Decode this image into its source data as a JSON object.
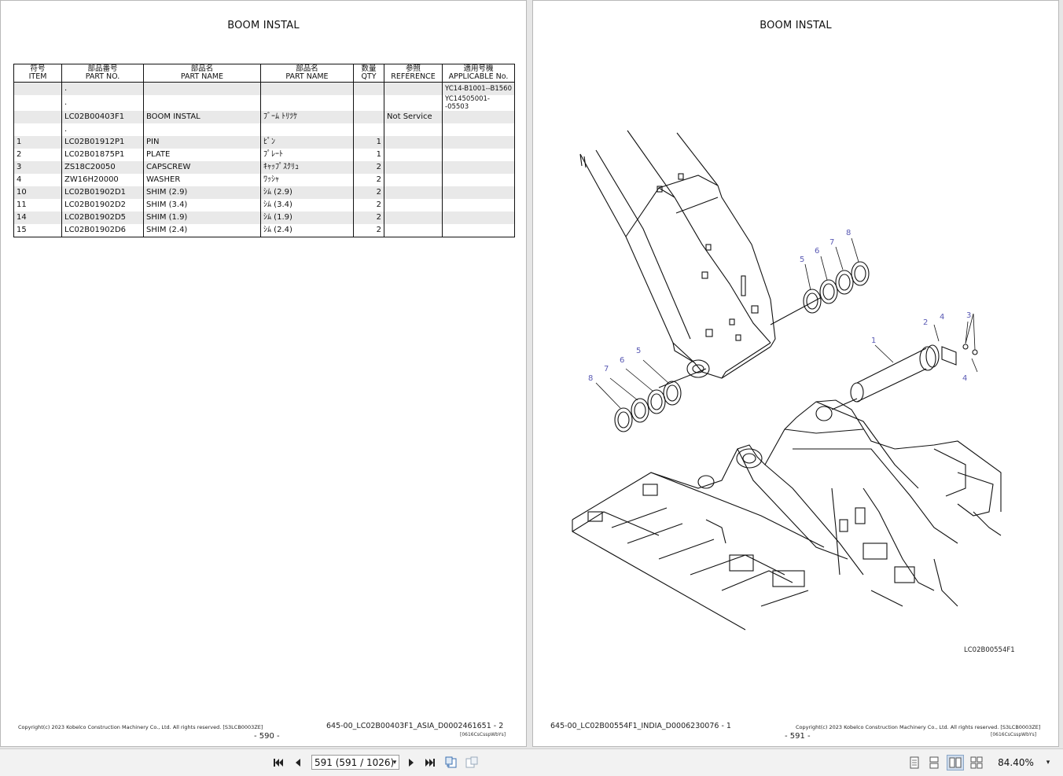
{
  "left_page": {
    "title": "BOOM INSTAL",
    "table": {
      "headers": [
        {
          "jp": "符号",
          "en": "ITEM"
        },
        {
          "jp": "部品番号",
          "en": "PART NO."
        },
        {
          "jp": "部品名",
          "en": "PART NAME"
        },
        {
          "jp": "部品名",
          "en": "PART NAME"
        },
        {
          "jp": "数量",
          "en": "QTY"
        },
        {
          "jp": "参照",
          "en": "REFERENCE"
        },
        {
          "jp": "適用号機",
          "en": "APPLICABLE No."
        }
      ],
      "rows": [
        {
          "item": "",
          "part_no": ".",
          "name_en": "",
          "name_jp": "",
          "qty": "",
          "ref": "",
          "applicable": "YC14-B1001--B1560"
        },
        {
          "item": "",
          "part_no": ".",
          "name_en": "",
          "name_jp": "",
          "qty": "",
          "ref": "",
          "applicable": "YC14505001--05503"
        },
        {
          "item": "",
          "part_no": "LC02B00403F1",
          "name_en": "BOOM INSTAL",
          "name_jp": "ﾌﾞｰﾑ ﾄﾘﾂｹ",
          "qty": "",
          "ref": "Not Service",
          "applicable": ""
        },
        {
          "item": "",
          "part_no": ".",
          "name_en": "",
          "name_jp": "",
          "qty": "",
          "ref": "",
          "applicable": ""
        },
        {
          "item": "1",
          "part_no": "LC02B01912P1",
          "name_en": "PIN",
          "name_jp": "ﾋﾟﾝ",
          "qty": "1",
          "ref": "",
          "applicable": ""
        },
        {
          "item": "2",
          "part_no": "LC02B01875P1",
          "name_en": "PLATE",
          "name_jp": "ﾌﾟﾚｰﾄ",
          "qty": "1",
          "ref": "",
          "applicable": ""
        },
        {
          "item": "3",
          "part_no": "ZS18C20050",
          "name_en": "CAPSCREW",
          "name_jp": "ｷｬｯﾌﾟｽｸﾘｭ",
          "qty": "2",
          "ref": "",
          "applicable": ""
        },
        {
          "item": "4",
          "part_no": "ZW16H20000",
          "name_en": "WASHER",
          "name_jp": "ﾜｯｼｬ",
          "qty": "2",
          "ref": "",
          "applicable": ""
        },
        {
          "item": "10",
          "part_no": "LC02B01902D1",
          "name_en": "SHIM (2.9)",
          "name_jp": "ｼﾑ (2.9)",
          "qty": "2",
          "ref": "",
          "applicable": ""
        },
        {
          "item": "11",
          "part_no": "LC02B01902D2",
          "name_en": "SHIM (3.4)",
          "name_jp": "ｼﾑ (3.4)",
          "qty": "2",
          "ref": "",
          "applicable": ""
        },
        {
          "item": "14",
          "part_no": "LC02B01902D5",
          "name_en": "SHIM (1.9)",
          "name_jp": "ｼﾑ (1.9)",
          "qty": "2",
          "ref": "",
          "applicable": ""
        },
        {
          "item": "15",
          "part_no": "LC02B01902D6",
          "name_en": "SHIM (2.4)",
          "name_jp": "ｼﾑ (2.4)",
          "qty": "2",
          "ref": "",
          "applicable": ""
        }
      ]
    },
    "copyright": "Copyright(c) 2023 Kobelco Construction Machinery Co., Ltd. All rights reserved. [S3LCB0003ZE]",
    "page_number": "- 590 -",
    "doc_id": "645-00_LC02B00403F1_ASIA_D0002461651 - 2",
    "small_code": "[0616CsCsspWbYs]"
  },
  "right_page": {
    "title": "BOOM INSTAL",
    "diagram_code": "LC02B00554F1",
    "callouts": [
      "1",
      "2",
      "3",
      "4",
      "4",
      "5",
      "6",
      "7",
      "8",
      "5",
      "6",
      "7",
      "8"
    ],
    "doc_id": "645-00_LC02B00554F1_INDIA_D0006230076 - 1",
    "copyright": "Copyright(c) 2023 Kobelco Construction Machinery Co., Ltd. All rights reserved. [S3LCB0003ZE]",
    "page_number": "- 591 -",
    "small_code": "[0616CsCsspWbYs]"
  },
  "toolbar": {
    "page_field": "591 (591 / 1026)",
    "zoom": "84.40%",
    "icons": [
      "first-page-icon",
      "prev-page-icon",
      "next-page-icon",
      "last-page-icon",
      "go-back-view-icon",
      "go-forward-view-icon",
      "single-page-icon",
      "continuous-page-icon",
      "two-page-icon",
      "two-page-continuous-icon",
      "zoom-dropdown-icon"
    ]
  }
}
